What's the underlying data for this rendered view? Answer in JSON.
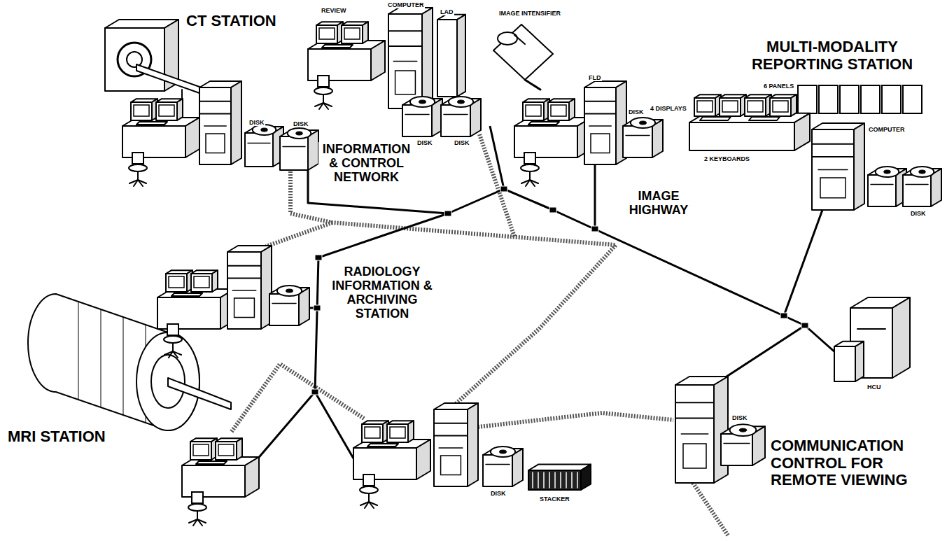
{
  "diagram": {
    "labels": [
      "REVIEW",
      "COMPUTER",
      "LAD",
      "IMAGE INTENSIFIER",
      "CT STATION",
      "MULTI-MODALITY REPORTING STATION",
      "6 PANELS",
      "4 DISPLAYS",
      "FLD",
      "DISK",
      "COMPUTER",
      "DISK",
      "DISK",
      "DISK",
      "DISK",
      "2 KEYBOARDS",
      "INFORMATION & CONTROL NETWORK",
      "IMAGE HIGHWAY",
      "DISK",
      "RADIOLOGY INFORMATION & ARCHIVING STATION",
      "HCU",
      "MRI STATION",
      "DISK",
      "COMMUNICATION CONTROL FOR REMOTE VIEWING",
      "DISK",
      "STACKER"
    ]
  }
}
